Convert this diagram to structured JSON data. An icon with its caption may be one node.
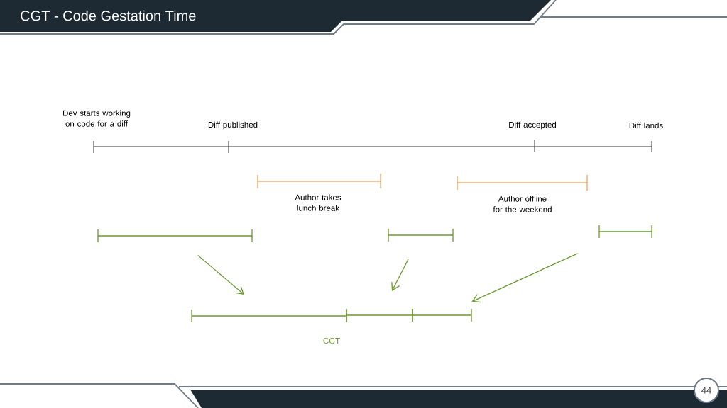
{
  "diagram": {
    "title": "CGT - Code Gestation Time",
    "nodes": [
      {
        "text": [],
        "shape": "bar"
      },
      {
        "text": [],
        "shape": "bar"
      },
      {
        "text": [],
        "shape": "bar"
      },
      {
        "text": [],
        "shape": "bar"
      },
      {
        "text": [],
        "shape": "bar"
      },
      {
        "text": [],
        "shape": "bar"
      }
    ],
    "edges": [
      {
        "from": 0,
        "to": 3,
        "arrow": "to"
      },
      {
        "from": 1,
        "to": 4,
        "arrow": "to"
      },
      {
        "from": 2,
        "to": 5,
        "arrow": "to"
      }
    ],
    "labels": [
      "Dev starts working on code for a diff",
      "Diff published",
      "Diff accepted",
      "Diff lands",
      "Author takes lunch break",
      "Author offline for the weekend",
      "CGT",
      "44"
    ]
  }
}
